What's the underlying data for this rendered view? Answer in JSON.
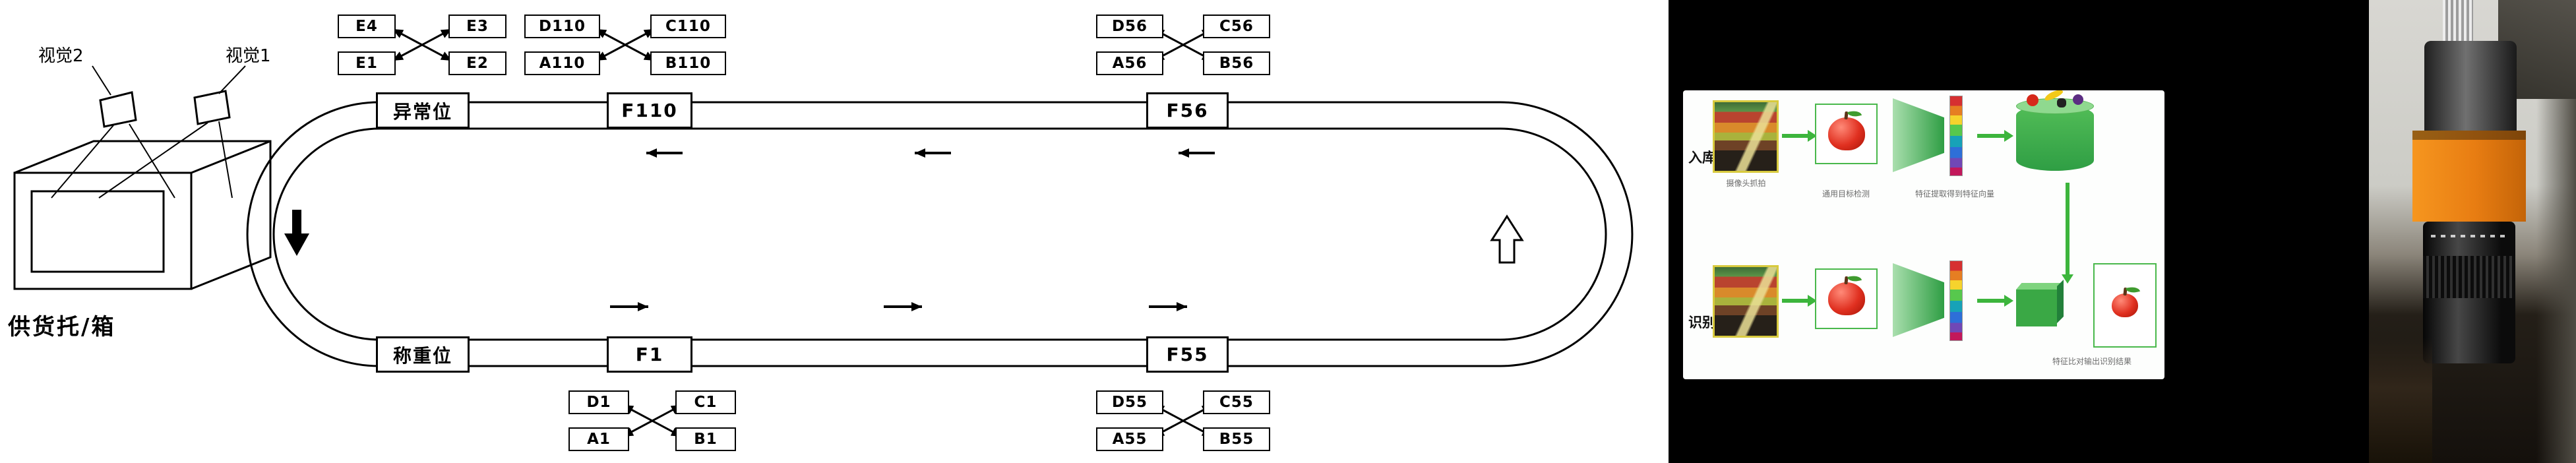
{
  "diagram": {
    "vision2": "视觉2",
    "vision1": "视觉1",
    "supply_label": "供货托/箱",
    "stations": {
      "abnormal": "异常位",
      "f110": "F110",
      "f56": "F56",
      "weigh": "称重位",
      "f1": "F1",
      "f55": "F55"
    },
    "clusters": {
      "e": [
        "E4",
        "E3",
        "E1",
        "E2"
      ],
      "g110": [
        "D110",
        "C110",
        "A110",
        "B110"
      ],
      "g56": [
        "D56",
        "C56",
        "A56",
        "B56"
      ],
      "g1": [
        "D1",
        "C1",
        "A1",
        "B1"
      ],
      "g55": [
        "D55",
        "C55",
        "A55",
        "B55"
      ]
    }
  },
  "pipeline": {
    "row1_label": "入库",
    "row2_label": "识别",
    "captions": {
      "capture": "摄像头抓拍",
      "detect": "通用目标检测",
      "feature": "特征提取得到特征向量",
      "match": "特征比对输出识别结果"
    }
  },
  "colors": {
    "pipeline_green": "#3cb53c",
    "camera_orange": "#e87d12"
  }
}
